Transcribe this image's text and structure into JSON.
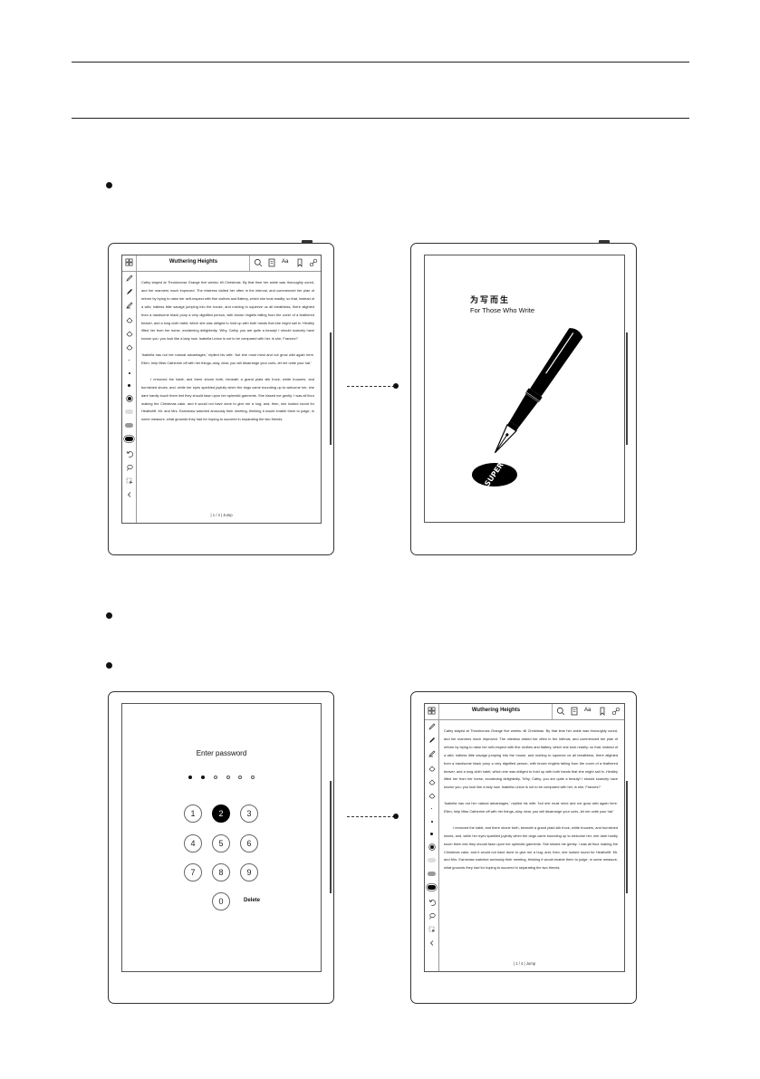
{
  "reader": {
    "title": "Wuthering Heights",
    "font_button": "Aa",
    "paragraphs": [
      "Cathy stayed at Thrushcross Grange five weeks: till Christmas. By that time her ankle was thoroughly cured, and her manners much improved. The mistress visited her often in the interval, and commenced her plan of reform by trying to raise her self-respect with fine clothes and flattery, which she took readily; so that, instead of a wild, hatless little savage jumping into the house, and rushing to squeeze us all breathless, there alighted from a handsome black pony a very dignified person, with brown ringlets falling from the cover of a feathered beaver, and a long cloth habit, which she was obliged to hold up with both hands that she might sail in. Hindley lifted her from her horse, exclaiming delightedly, 'Why, Cathy, you are quite a beauty! I should scarcely have known you: you look like a lady now. Isabella Linton is not to be compared with her, is she, Frances?'",
      "'Isabella has not her natural advantages,' replied his wife: 'but she must mind and not grow wild again here. Ellen, help Miss Catherine off with her things--stay, dear, you will disarrange your curls--let me untie your hat.'",
      "I removed the habit, and there shone forth, beneath a grand plaid silk frock, white trousers, and burnished shoes; and, while her eyes sparkled joyfully when the dogs came bounding up to welcome her, she dare hardly touch them lest they should fawn upon her splendid garments. She kissed me gently: I was all flour making the Christmas cake, and it would not have done to give me a hug; and, then, she looked round for Heathcliff. Mr. and Mrs. Earnshaw watched anxiously their meeting, thinking it would enable them to judge, in some measure, what grounds they had for hoping to succeed in separating the two friends."
    ],
    "pager": "|   1 / 4   |    Jump"
  },
  "splash": {
    "brand_cn": "为写而生",
    "brand_en": "For Those Who Write",
    "stamp_text": "SUPER NOTE"
  },
  "password": {
    "label": "Enter password",
    "filled": 2,
    "total": 6,
    "keys": [
      "1",
      "2",
      "3",
      "4",
      "5",
      "6",
      "7",
      "8",
      "9",
      "0"
    ],
    "active_key": "2",
    "delete_label": "Delete"
  }
}
